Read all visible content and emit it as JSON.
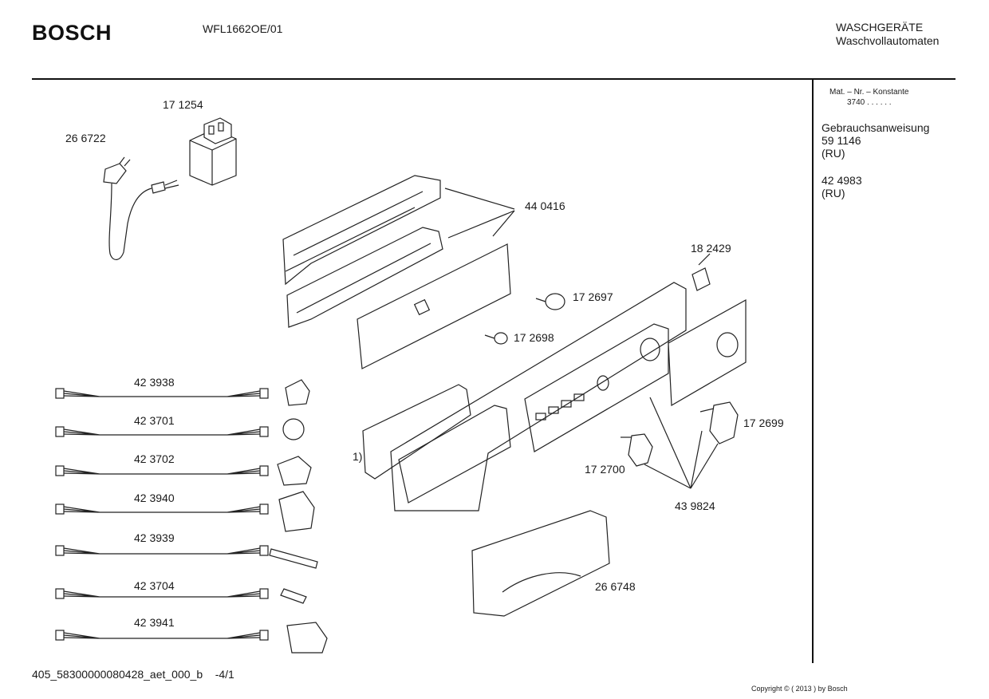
{
  "header": {
    "brand": "BOSCH",
    "model": "WFL1662OE/01",
    "category_line1": "WASCHGERÄTE",
    "category_line2": "Waschvollautomaten"
  },
  "side_panel": {
    "mat_label": "Mat. – Nr. – Konstante",
    "mat_value": "3740 . .   . . . .",
    "manual_title": "Gebrauchsanweisung",
    "manual_number": "59 1146",
    "manual_lang": "(RU)",
    "doc2_number": "42 4983",
    "doc2_lang": "(RU)"
  },
  "parts": {
    "p171254": "17 1254",
    "p266722": "26 6722",
    "p440416": "44 0416",
    "p182429": "18 2429",
    "p172697": "17 2697",
    "p172698": "17 2698",
    "p172699": "17 2699",
    "p172700": "17 2700",
    "p439824": "43 9824",
    "p266748": "26 6748",
    "note1": "1)"
  },
  "cables": [
    {
      "label": "42 3938"
    },
    {
      "label": "42 3701"
    },
    {
      "label": "42 3702"
    },
    {
      "label": "42 3940"
    },
    {
      "label": "42 3939"
    },
    {
      "label": "42 3704"
    },
    {
      "label": "42 3941"
    }
  ],
  "footer": {
    "doc_id": "405_58300000080428_aet_000_b",
    "page": "-4/1",
    "copyright": "Copyright © ( 2013 ) by Bosch"
  }
}
